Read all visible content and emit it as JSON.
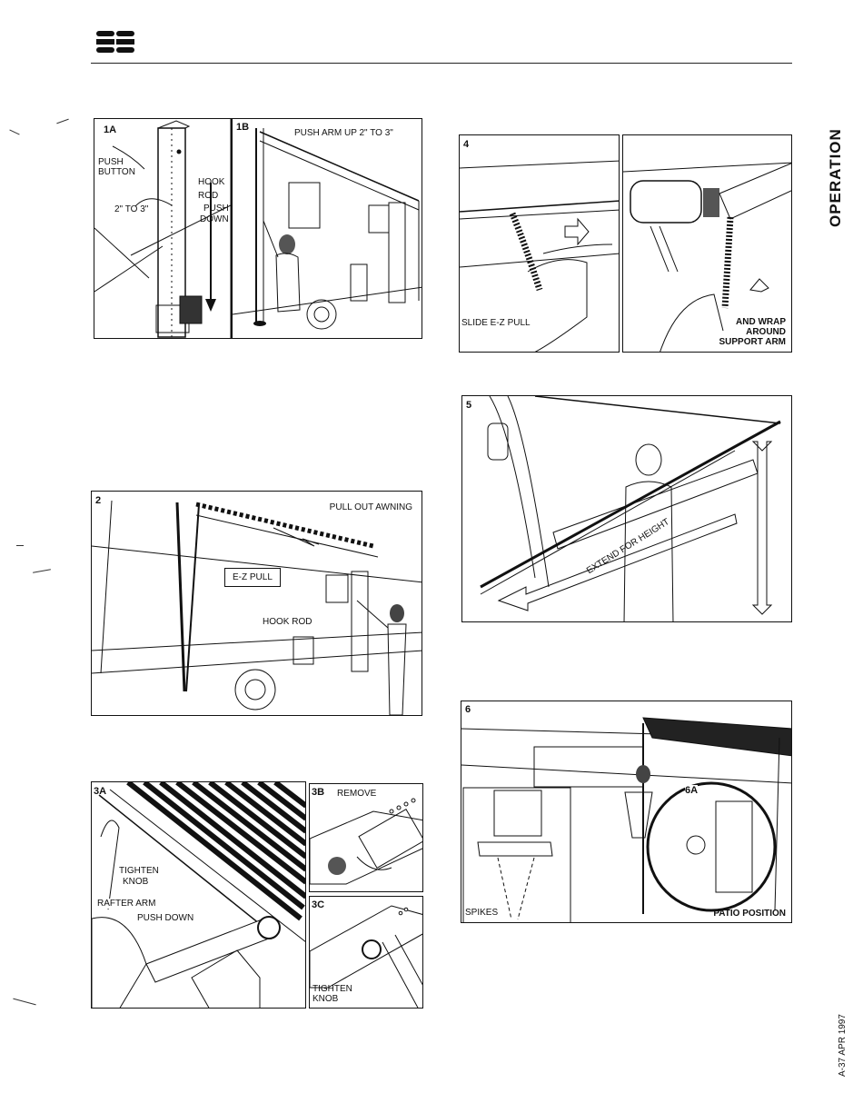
{
  "page": {
    "side_title": "OPERATION",
    "footer_code": "A-37 APR 1997"
  },
  "figures": {
    "f1a": {
      "number": "1A",
      "push_button": [
        "PUSH",
        "BUTTON"
      ],
      "hook_rod": [
        "HOOK",
        "ROD"
      ],
      "push_down": [
        "PUSH",
        "DOWN"
      ],
      "measure": "2\" TO 3\""
    },
    "f1b": {
      "number": "1B",
      "caption": "PUSH ARM UP 2\" TO 3\""
    },
    "f2": {
      "number": "2",
      "caption": "PULL OUT AWNING",
      "ez_pull": "E-Z PULL",
      "hook_rod": "HOOK ROD"
    },
    "f3a": {
      "number": "3A",
      "tighten_knob": [
        "TIGHTEN",
        "KNOB"
      ],
      "rafter_arm": "RAFTER ARM",
      "push_down": "PUSH DOWN"
    },
    "f3b": {
      "number": "3B",
      "caption": "REMOVE"
    },
    "f3c": {
      "number": "3C",
      "caption": [
        "TIGHTEN",
        "KNOB"
      ]
    },
    "f4": {
      "number": "4",
      "left_caption": "SLIDE E-Z PULL",
      "right_caption": [
        "AND WRAP",
        "AROUND",
        "SUPPORT ARM"
      ]
    },
    "f5": {
      "number": "5",
      "caption": "EXTEND FOR HEIGHT"
    },
    "f6": {
      "number": "6",
      "inset": "6A",
      "spikes": "SPIKES",
      "patio": "PATIO POSITION"
    }
  }
}
